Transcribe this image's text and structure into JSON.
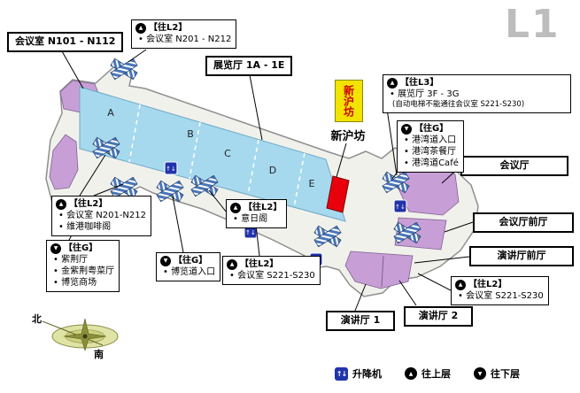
{
  "level": "L1",
  "colors": {
    "hall_blue": "#a6d9ee",
    "zone_purple": "#c79fd6",
    "building_fill": "#f1f1ec",
    "outline_gray": "#8f8f8f",
    "red_marker": "#e8000d",
    "esc_blue": "#4a76b8",
    "lift_blue": "#2233aa",
    "logo_yellow": "#f2e300",
    "logo_red": "#cc0000",
    "level_gray": "#bdbdbd"
  },
  "rooms": {
    "n101": "会议室 N101 - N112",
    "hall": "展览厅 1A - 1E",
    "conv": "会议厅",
    "convf": "会议厅前厅",
    "theaf": "演讲厅前厅",
    "thea1": "演讲厅 1",
    "thea2": "演讲厅 2"
  },
  "callouts": {
    "n201_top": {
      "tag": "【往L2】",
      "items": [
        "会议室 N201 - N212"
      ]
    },
    "l3_right": {
      "tag": "【往L3】",
      "items": [
        "展览厅 3F - 3G"
      ],
      "note": "(自动电梯不能通往会议室 S221-S230)"
    },
    "g_right": {
      "tag": "【往G】",
      "items": [
        "港湾道入口",
        "港湾茶餐厅",
        "港湾道Café"
      ]
    },
    "s221_right": {
      "tag": "【往L2】",
      "items": [
        "会议室 S221-S230"
      ]
    },
    "n201_left": {
      "tag": "【往L2】",
      "items": [
        "会议室 N201-N212",
        "维港咖啡阁"
      ]
    },
    "g_left": {
      "tag": "【往G】",
      "items": [
        "紫荆厅",
        "金紫荆粤菜厅",
        "博览商场"
      ]
    },
    "g_bottom": {
      "tag": "【往G】",
      "items": [
        "博览道入口"
      ]
    },
    "s221_bottom": {
      "tag": "【往L2】",
      "items": [
        "会议室 S221-S230"
      ]
    },
    "yiri": {
      "tag": "【往L2】",
      "items": [
        "意日阁"
      ]
    }
  },
  "map": {
    "halls": [
      "A",
      "B",
      "C",
      "D",
      "E"
    ]
  },
  "landmark": {
    "logo": "新沪坊",
    "label": "新沪坊"
  },
  "legend": {
    "lift": "升降机",
    "up": "往上层",
    "down": "往下层"
  },
  "compass": {
    "north": "北",
    "south": "南"
  }
}
